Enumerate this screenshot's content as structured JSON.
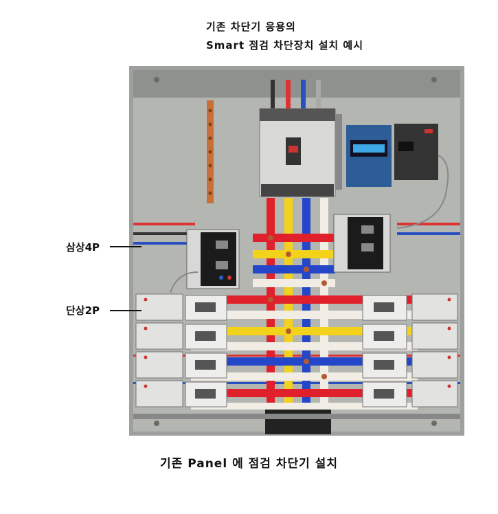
{
  "header": {
    "title_line1": "기존 차단기 응용의",
    "title_line2": "Smart 점검 차단장치 설치 예시"
  },
  "labels": {
    "three_phase": "삼상4P",
    "single_phase": "단상2P"
  },
  "caption": "기존 Panel 에 점검 차단기 설치",
  "colors": {
    "red_bus": "#e0202a",
    "yellow_bus": "#f2d21a",
    "blue_bus": "#2446c8",
    "white_bus": "#f1ece4",
    "copper": "#c8703a",
    "panel_bg": "#a8aaa6"
  }
}
